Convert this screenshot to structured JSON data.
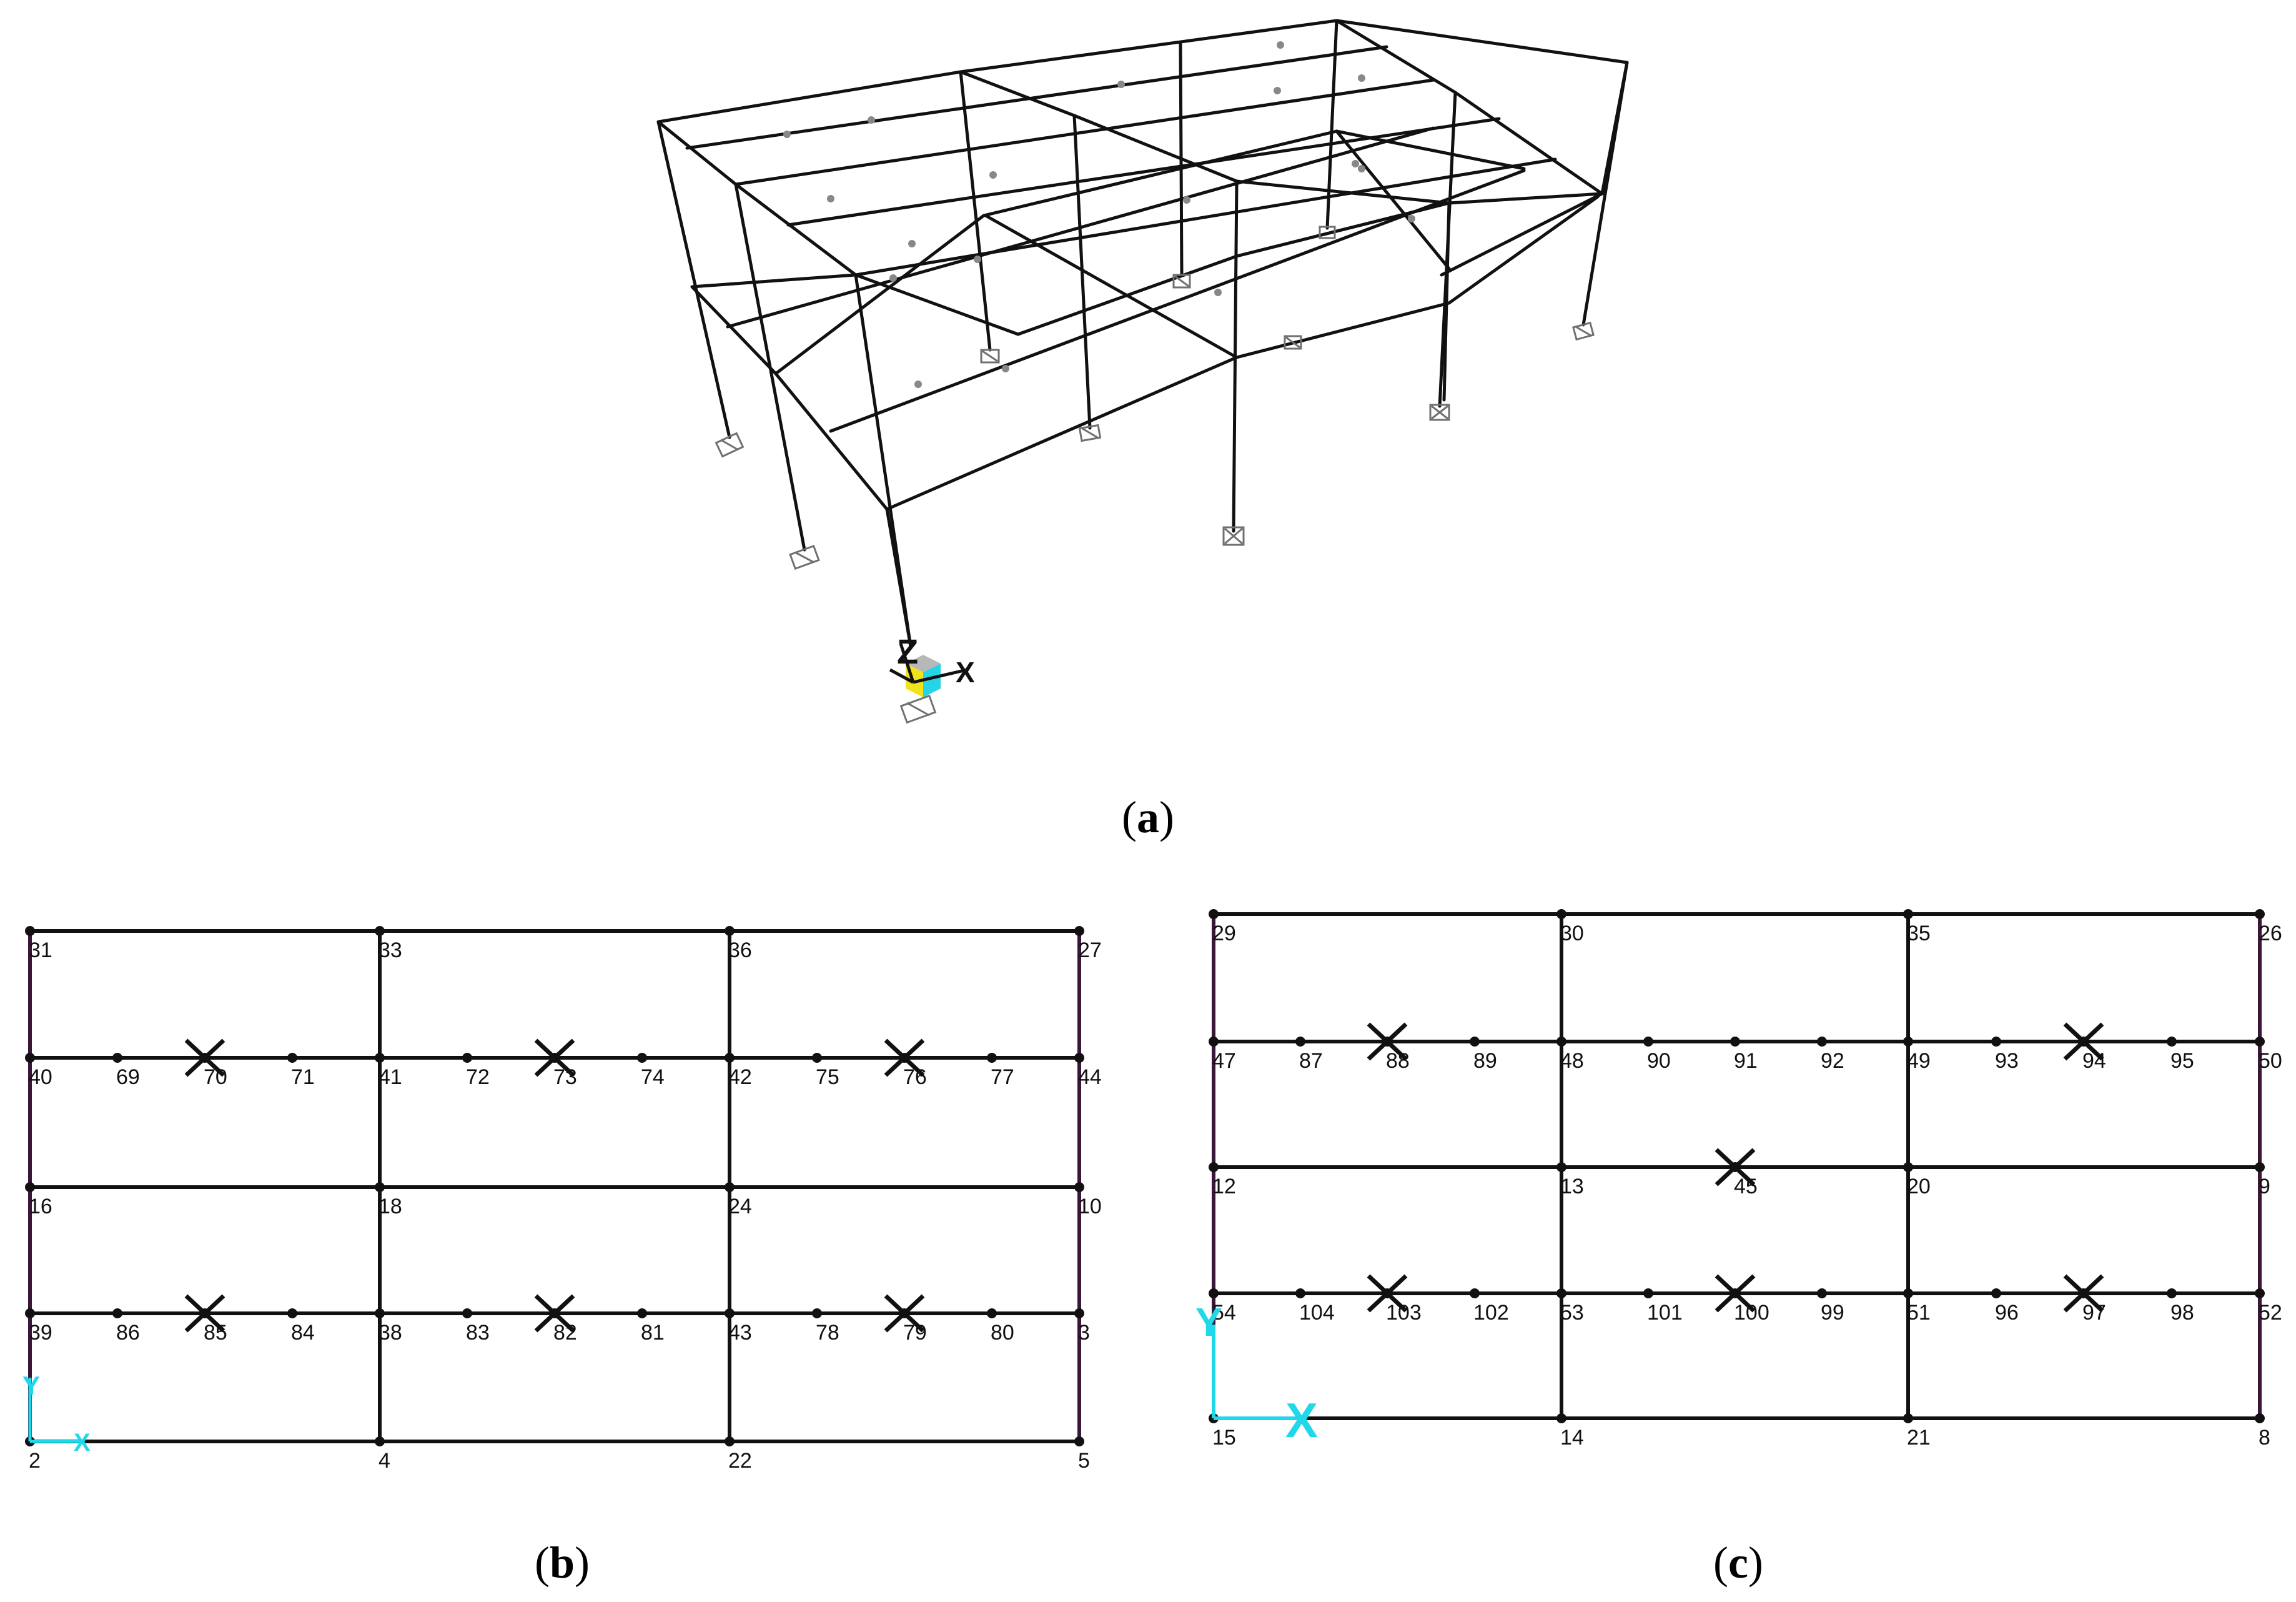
{
  "panel_a": {
    "caption_open": "(",
    "caption_letter": "a",
    "caption_close": ")",
    "axes": {
      "z": "Z",
      "x": "X"
    }
  },
  "panel_b": {
    "caption_open": "(",
    "caption_letter": "b",
    "caption_close": ")",
    "axes": {
      "y": "Y",
      "x": "X"
    },
    "joints": [
      "31",
      "33",
      "36",
      "27",
      "40",
      "69",
      "70",
      "71",
      "41",
      "72",
      "73",
      "74",
      "42",
      "75",
      "76",
      "77",
      "44",
      "16",
      "18",
      "24",
      "10",
      "39",
      "86",
      "85",
      "84",
      "38",
      "83",
      "82",
      "81",
      "43",
      "78",
      "79",
      "80",
      "3",
      "2",
      "4",
      "22",
      "5"
    ]
  },
  "panel_c": {
    "caption_open": "(",
    "caption_letter": "c",
    "caption_close": ")",
    "axes": {
      "y": "Y",
      "x": "X"
    },
    "joints": [
      "29",
      "30",
      "35",
      "26",
      "47",
      "87",
      "88",
      "89",
      "48",
      "90",
      "91",
      "92",
      "49",
      "93",
      "94",
      "95",
      "50",
      "12",
      "45",
      "13",
      "20",
      "9",
      "54",
      "104",
      "103",
      "102",
      "53",
      "101",
      "100",
      "99",
      "51",
      "96",
      "97",
      "98",
      "52",
      "15",
      "14",
      "21",
      "8"
    ]
  },
  "colors": {
    "frame": "#111111",
    "axis_cyan": "#20d8e8",
    "column_purple": "#3a1638",
    "support": "#707070",
    "cube_yellow": "#f2e21a",
    "cube_cyan": "#27d4e6",
    "cube_gray": "#b8b8b8"
  }
}
